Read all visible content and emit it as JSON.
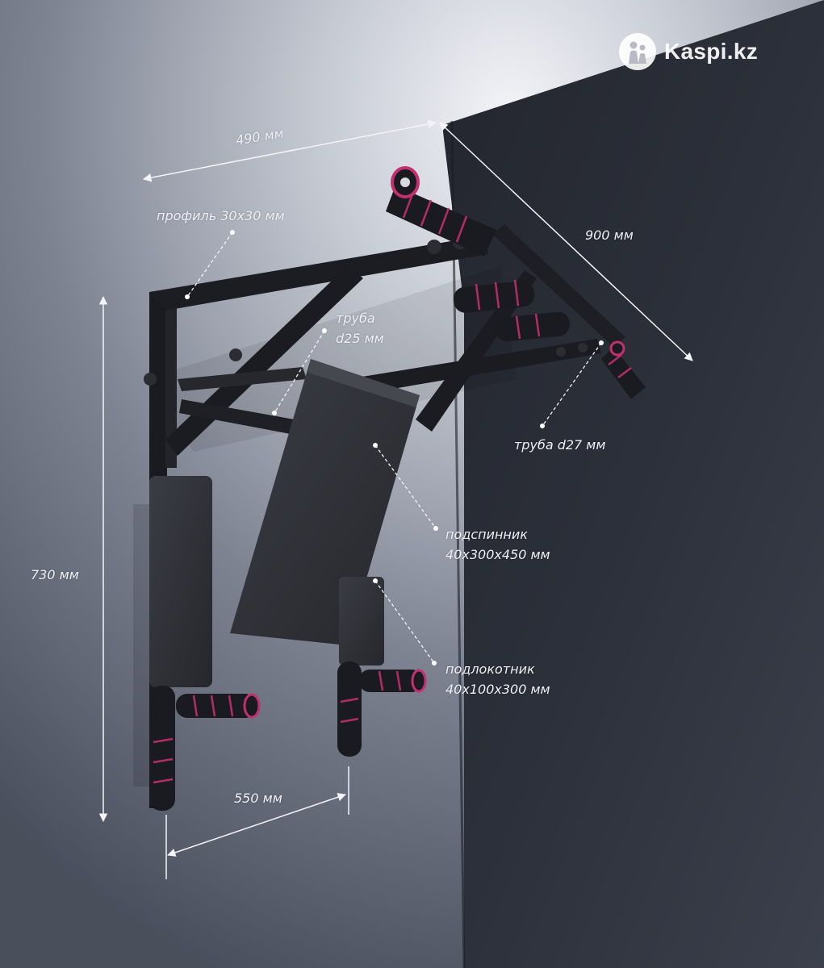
{
  "logo": {
    "text": "Kaspi.kz",
    "icon": "kaspi-logo-icon"
  },
  "labels": {
    "width_top": "490 мм",
    "depth": "900 мм",
    "profile": "профиль 30х30 мм",
    "tube_d25_line1": "труба",
    "tube_d25_line2": "d25 мм",
    "tube_d27": "труба d27 мм",
    "backrest_line1": "подспинник",
    "backrest_line2": "40х300х450 мм",
    "armrest_line1": "подлокотник",
    "armrest_line2": "40х100х300 мм",
    "height": "730 мм",
    "width_bottom": "550 мм"
  },
  "colors": {
    "accent_grip": "#c2306f",
    "frame": "#1a1b20",
    "pad": "#2b2d33"
  }
}
